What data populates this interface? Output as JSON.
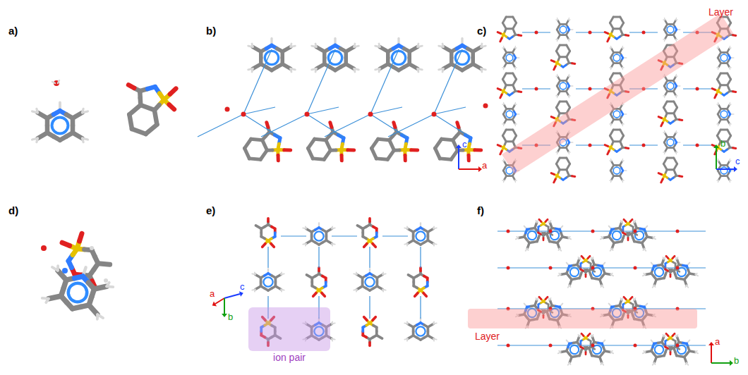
{
  "diagram": {
    "nodes": [
      {
        "text": [
          "Layer"
        ]
      },
      {
        "text": [
          "ion pair"
        ]
      },
      {
        "text": [
          "Layer"
        ]
      }
    ],
    "labels": [
      "a)",
      "b)",
      "c)",
      "d)",
      "e)",
      "f)",
      "c",
      "a",
      "b",
      "c",
      "a",
      "c",
      "b",
      "a",
      "b"
    ]
  }
}
